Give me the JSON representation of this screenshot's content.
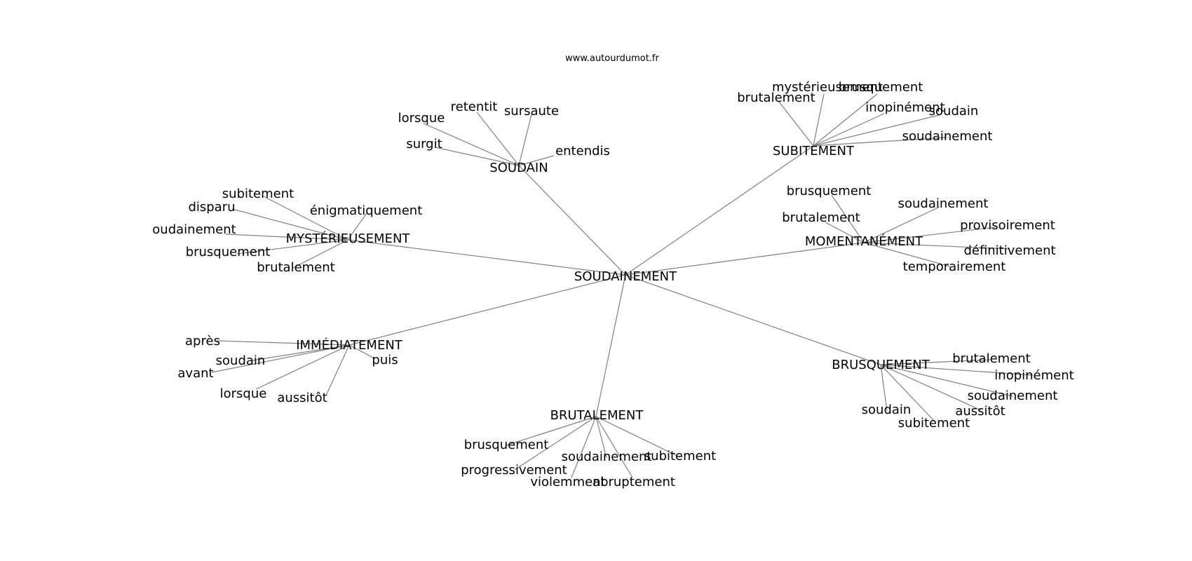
{
  "source": "www.autourdumot.fr",
  "colors": {
    "edge": "#808080",
    "text": "#000000",
    "background": "#ffffff"
  },
  "graph": {
    "center": "SOUDAINEMENT",
    "hubs": [
      {
        "label": "SOUDAIN",
        "leaves": [
          "retentit",
          "sursaute",
          "lorsque",
          "surgit",
          "entendis"
        ]
      },
      {
        "label": "SUBITEMENT",
        "leaves": [
          "mystérieusement",
          "brusquement",
          "brutalement",
          "inopinément",
          "soudain",
          "soudainement"
        ]
      },
      {
        "label": "MYSTÉRIEUSEMENT",
        "leaves": [
          "subitement",
          "disparu",
          "énigmatiquement",
          "oudainement",
          "brusquement",
          "brutalement"
        ]
      },
      {
        "label": "MOMENTANÉMENT",
        "leaves": [
          "brusquement",
          "soudainement",
          "brutalement",
          "provisoirement",
          "définitivement",
          "temporairement"
        ]
      },
      {
        "label": "IMMÉDIATEMENT",
        "leaves": [
          "après",
          "soudain",
          "puis",
          "avant",
          "lorsque",
          "aussitôt"
        ]
      },
      {
        "label": "BRUSQUEMENT",
        "leaves": [
          "brutalement",
          "inopinément",
          "soudainement",
          "aussitôt",
          "soudain",
          "subitement"
        ]
      },
      {
        "label": "BRUTALEMENT",
        "leaves": [
          "brusquement",
          "soudainement",
          "subitement",
          "progressivement",
          "violemment",
          "abruptement"
        ]
      }
    ]
  }
}
